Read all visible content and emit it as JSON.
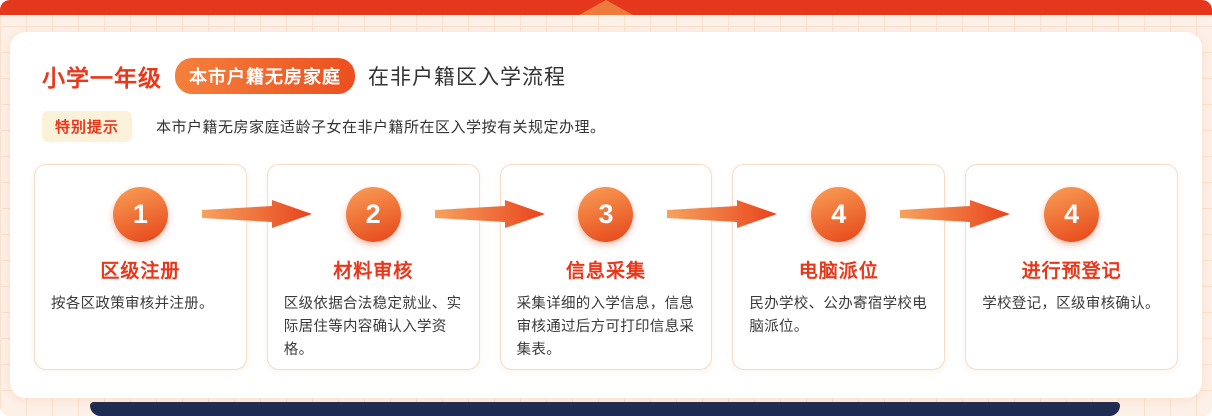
{
  "header": {
    "grade": "小学一年级",
    "badge": "本市户籍无房家庭",
    "suffix": "在非户籍区入学流程"
  },
  "tip": {
    "label": "特别提示",
    "text": "本市户籍无房家庭适龄子女在非户籍所在区入学按有关规定办理。"
  },
  "steps": [
    {
      "number": "1",
      "title": "区级注册",
      "desc": "按各区政策审核并注册。"
    },
    {
      "number": "2",
      "title": "材料审核",
      "desc": "区级依据合法稳定就业、实际居住等内容确认入学资格。"
    },
    {
      "number": "3",
      "title": "信息采集",
      "desc": "采集详细的入学信息，信息审核通过后方可打印信息采集表。"
    },
    {
      "number": "4",
      "title": "电脑派位",
      "desc": "民办学校、公办寄宿学校电脑派位。"
    },
    {
      "number": "4",
      "title": "进行预登记",
      "desc": "学校登记，区级审核确认。"
    }
  ],
  "colors": {
    "accent_red": "#e8381c",
    "pointer_orange": "#ee7a3e",
    "badge_gradient_start": "#f5803c",
    "badge_gradient_end": "#ec4f1f",
    "background": "#fdf0e6",
    "footer_navy": "#1d2c50"
  }
}
